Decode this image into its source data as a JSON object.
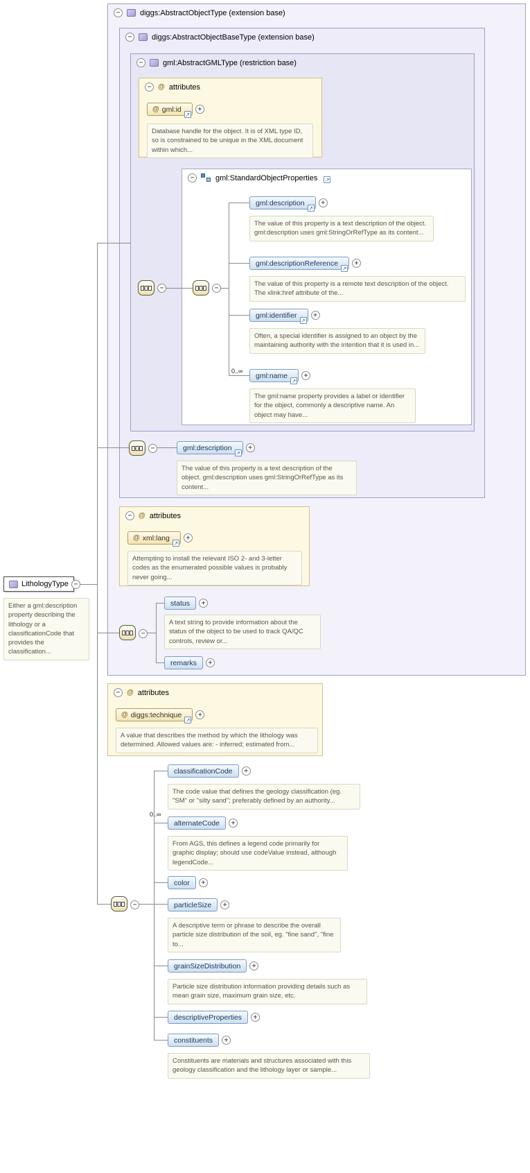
{
  "icons": {
    "minus": "−",
    "plus": "+",
    "at": "@",
    "link": "↗"
  },
  "labels": {
    "attributes": "attributes"
  },
  "boxes": {
    "abstractObjectType": "diggs:AbstractObjectType (extension base)",
    "abstractObjectBaseType": "diggs:AbstractObjectBaseType (extension base)",
    "abstractGMLType": "gml:AbstractGMLType (restriction base)"
  },
  "gmlIdAttr": {
    "name": "gml:id",
    "doc": "Database handle for the object. It is of XML type ID, so is constrained to be unique in the XML document within which..."
  },
  "sop": {
    "title": "gml:StandardObjectProperties",
    "items": [
      {
        "name": "gml:description",
        "occurs": "",
        "doc": "The value of this property is a text description of the object. gml:description uses gml:StringOrRefType as its content..."
      },
      {
        "name": "gml:descriptionReference",
        "occurs": "",
        "doc": "The value of this property is a remote text description of the object. The xlink:href attribute of the..."
      },
      {
        "name": "gml:identifier",
        "occurs": "",
        "doc": "Often, a special identifier is assigned to an object by the maintaining authority with the intention that it is used in..."
      },
      {
        "name": "gml:name",
        "occurs": "0..∞",
        "doc": "The gml:name property provides a label or identifier for the object, commonly a descriptive name. An object may have..."
      }
    ]
  },
  "baseDesc": {
    "name": "gml:description",
    "doc": "The value of this property is a text description of the object. gml:description uses gml:StringOrRefType as its content..."
  },
  "xmlLangAttr": {
    "name": "xml:lang",
    "doc": "Attempting to install the relevant ISO 2- and 3-letter codes as the enumerated possible values is probably never going..."
  },
  "objectContent": [
    {
      "name": "status",
      "doc": "A text string to provide information about the status of the object to be used to track QA/QC controls, review or..."
    },
    {
      "name": "remarks",
      "doc": ""
    }
  ],
  "root": {
    "name": "LithologyType",
    "doc": "Either a gml:description property describing the lithology or a classificationCode that provides the classification..."
  },
  "techniqueAttr": {
    "name": "diggs:technique",
    "doc": "A value that describes the method by which the lithology was determined. Allowed values are: - inferred; estimated from..."
  },
  "lith": {
    "items": [
      {
        "name": "classificationCode",
        "occurs": "",
        "doc": "The code value that defines the geology classification (eg. \"SM\" or \"silty sand\"; preferably defined by an authority..."
      },
      {
        "name": "alternateCode",
        "occurs": "0..∞",
        "doc": "From AGS, this defines a legend code primarily for graphic display; should use codeValue instead, although legendCode..."
      },
      {
        "name": "color",
        "occurs": "",
        "doc": ""
      },
      {
        "name": "particleSize",
        "occurs": "",
        "doc": "A descriptive term or phrase to describe the overall particle size distribution of the soil, eg. \"fine sand\", \"fine to..."
      },
      {
        "name": "grainSizeDistribution",
        "occurs": "",
        "doc": "Particle size distribution information providing details such as mean grain size, maximum grain size, etc."
      },
      {
        "name": "descriptiveProperties",
        "occurs": "",
        "doc": ""
      },
      {
        "name": "constituents",
        "occurs": "",
        "doc": "Constituents are materials and structures associated with this geology classification and the lithology layer or sample..."
      }
    ]
  }
}
